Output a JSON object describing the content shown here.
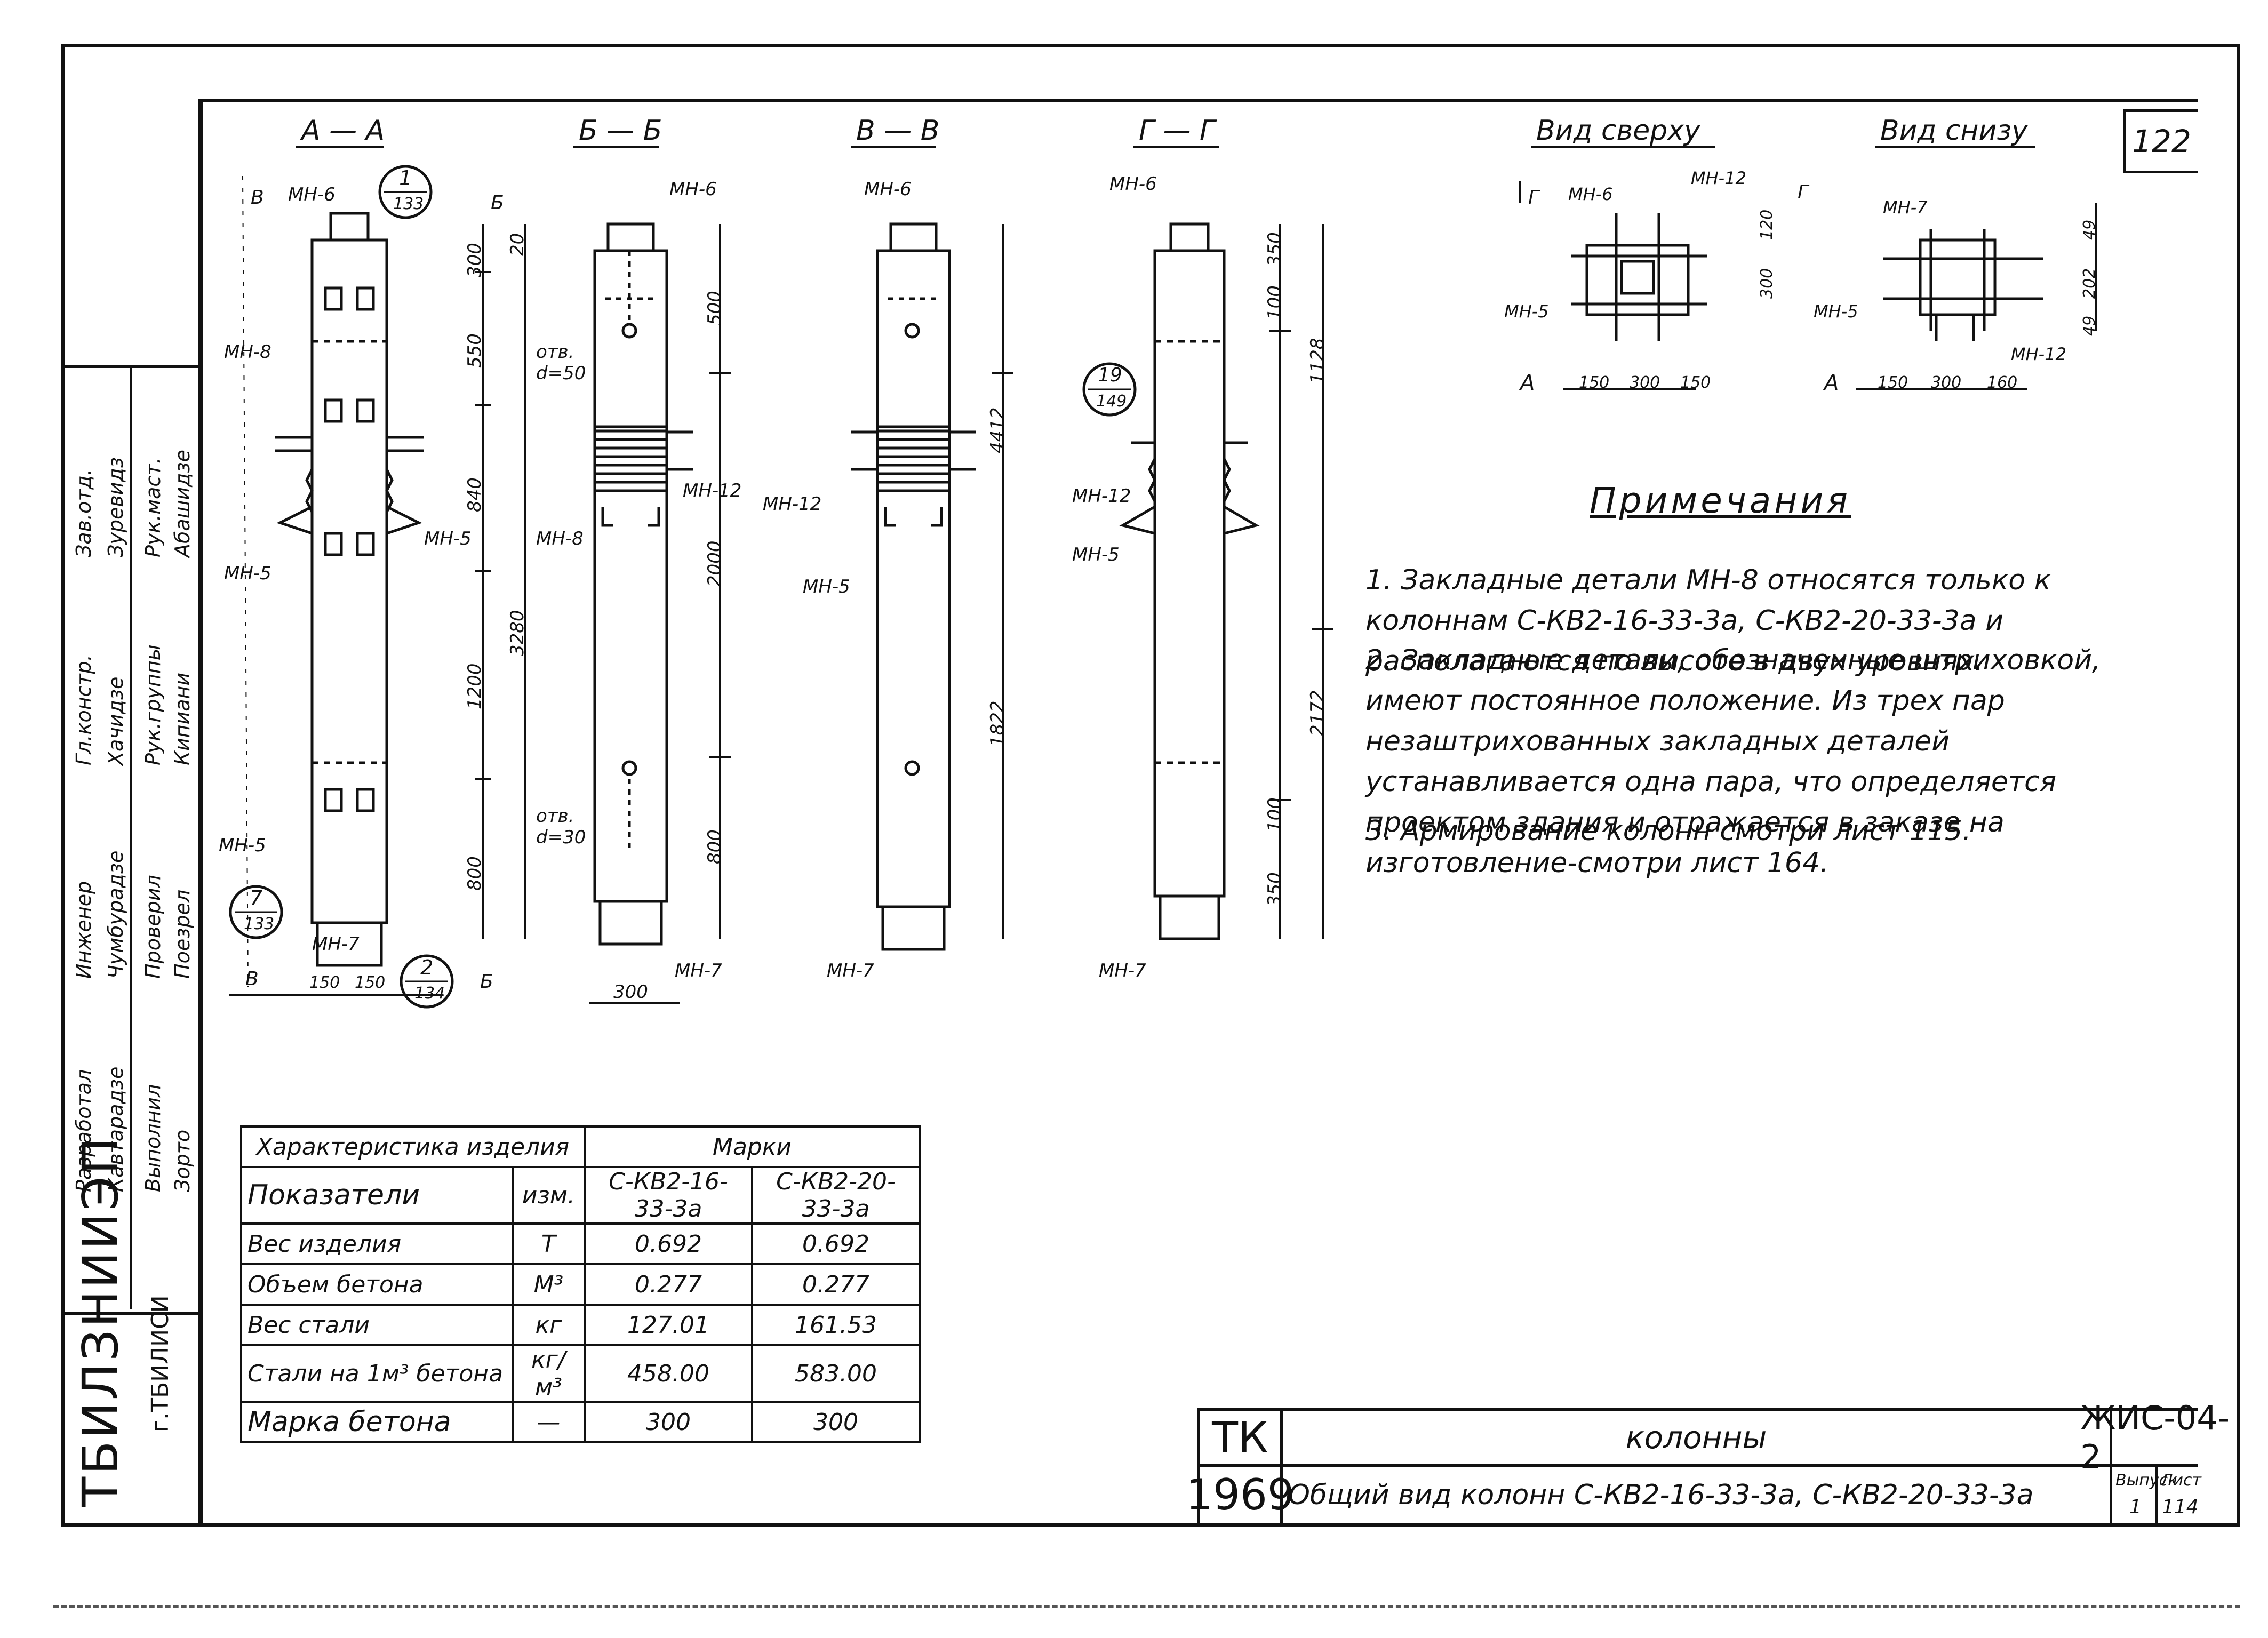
{
  "sheet": {
    "number": "122",
    "code": "ЖИС-04-2",
    "series": "ТК",
    "year": "1969",
    "title": "колонны",
    "subtitle": "Общий вид колонн С-КВ2-16-33-3а, С-КВ2-20-33-3а",
    "issue_label": "Выпуск",
    "issue_value": "1",
    "list_label": "Лист",
    "list_value": "114"
  },
  "org": {
    "name": "ТБИЛЗНИИЭП",
    "city": "г.ТБИЛИСИ"
  },
  "stamp_rows": [
    {
      "role": "Зав.отд.",
      "name": "Зуревидз"
    },
    {
      "role": "Рук.маст.",
      "name": "Абашидзе"
    },
    {
      "role": "Гл.констр.",
      "name": "Хачидзе"
    },
    {
      "role": "Рук.группы",
      "name": "Кипиани"
    },
    {
      "role": "Инженер",
      "name": "Чумбурадзе"
    },
    {
      "role": "Проверил",
      "name": "Поезрел"
    },
    {
      "role": "Разработал",
      "name": "Кавтарадзе"
    },
    {
      "role": "Выполнил",
      "name": "Зорто"
    }
  ],
  "sections": [
    {
      "id": "aa",
      "title": "А — А"
    },
    {
      "id": "bb",
      "title": "Б — Б"
    },
    {
      "id": "vv",
      "title": "В — В"
    },
    {
      "id": "gg",
      "title": "Г — Г"
    }
  ],
  "views": {
    "top": "Вид сверху",
    "bottom": "Вид снизу"
  },
  "labels": {
    "mn6": "МН-6",
    "mn8": "МН-8",
    "mn5": "МН-5",
    "mn7": "МН-7",
    "mn12": "МН-12",
    "otv50": "отв. d=50",
    "otv30": "отв. d=30",
    "callout1": "1",
    "callout1s": "133",
    "callout2": "2",
    "callout2s": "134",
    "callout7": "7",
    "callout7s": "133",
    "callout19": "19",
    "callout19s": "149",
    "secB": "В",
    "secBb": "Б",
    "secG": "Г",
    "secA": "А"
  },
  "dims": {
    "d300": "300",
    "d20": "20",
    "d550": "550",
    "d840": "840",
    "d1200": "1200",
    "d800": "800",
    "d3280": "3280",
    "d500": "500",
    "d2000": "2000",
    "d4412": "4412",
    "d1822": "1822",
    "d350": "350",
    "d100": "100",
    "d1128": "1128",
    "d2172": "2172",
    "d150": "150",
    "d120": "120",
    "d49": "49",
    "d202": "202",
    "d160": "160"
  },
  "notes": {
    "title": "Примечания",
    "items": [
      "1. Закладные детали МН-8 относятся только к колоннам С-КВ2-16-33-3а, С-КВ2-20-33-3а и располагаются по высоте в двух уровнях.",
      "2. Закладные детали, обозначенные штриховкой, имеют постоянное положение. Из трех пар незаштрихованных закладных деталей устанавливается одна пара, что определяется проектом здания и отражается в заказе на изготовление-смотри лист 164.",
      "3. Армирование колонн смотри лист 115."
    ]
  },
  "char_table": {
    "header_left": "Характеристика изделия",
    "header_right": "Марки",
    "col_indicator": "Показатели",
    "col_unit": "изм.",
    "col_m1": "С-КВ2-16-33-3а",
    "col_m2": "С-КВ2-20-33-3а",
    "rows": [
      {
        "name": "Вес изделия",
        "unit": "Т",
        "v1": "0.692",
        "v2": "0.692"
      },
      {
        "name": "Объем бетона",
        "unit": "М³",
        "v1": "0.277",
        "v2": "0.277"
      },
      {
        "name": "Вес стали",
        "unit": "кг",
        "v1": "127.01",
        "v2": "161.53"
      },
      {
        "name": "Стали на 1м³ бетона",
        "unit": "кг/м³",
        "v1": "458.00",
        "v2": "583.00"
      },
      {
        "name": "Марка бетона",
        "unit": "—",
        "v1": "300",
        "v2": "300"
      }
    ]
  }
}
